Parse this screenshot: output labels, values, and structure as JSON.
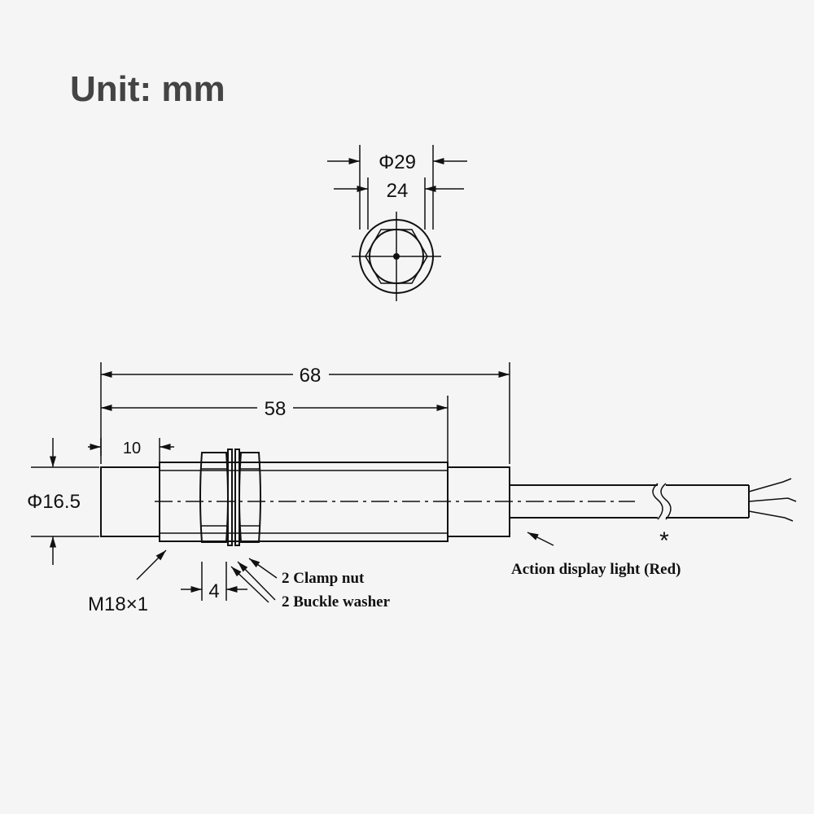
{
  "title": "Unit: mm",
  "end_view": {
    "outer_diameter": "Φ29",
    "across_flats": "24"
  },
  "side_view": {
    "overall_length": "68",
    "thread_length": "58",
    "front_length": "10",
    "body_diameter": "Φ16.5",
    "nut_thickness": "4",
    "thread_spec": "M18×1"
  },
  "callouts": {
    "clamp_nut": "2 Clamp nut",
    "buckle_washer": "2 Buckle washer",
    "action_light": "Action display light (Red)",
    "cable_mark": "*"
  }
}
